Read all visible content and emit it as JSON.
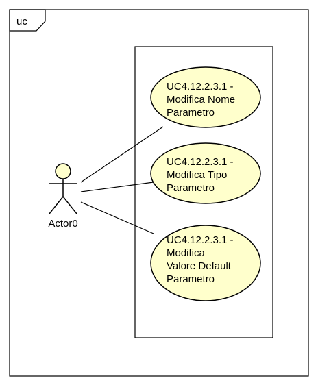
{
  "frame": {
    "label": "uc"
  },
  "actor": {
    "name": "Actor0"
  },
  "use_cases": [
    {
      "lines": [
        "UC4.12.2.3.1 -",
        "Modifica Nome",
        "Parametro"
      ]
    },
    {
      "lines": [
        "UC4.12.2.3.1 -",
        "Modifica Tipo",
        "Parametro"
      ]
    },
    {
      "lines": [
        "UC4.12.2.3.1 -",
        "Modifica",
        "Valore Default",
        "Parametro"
      ]
    }
  ],
  "colors": {
    "use_case_fill": "#FFFFCC",
    "actor_head_fill": "#FFFFCC",
    "stroke": "#000000"
  }
}
